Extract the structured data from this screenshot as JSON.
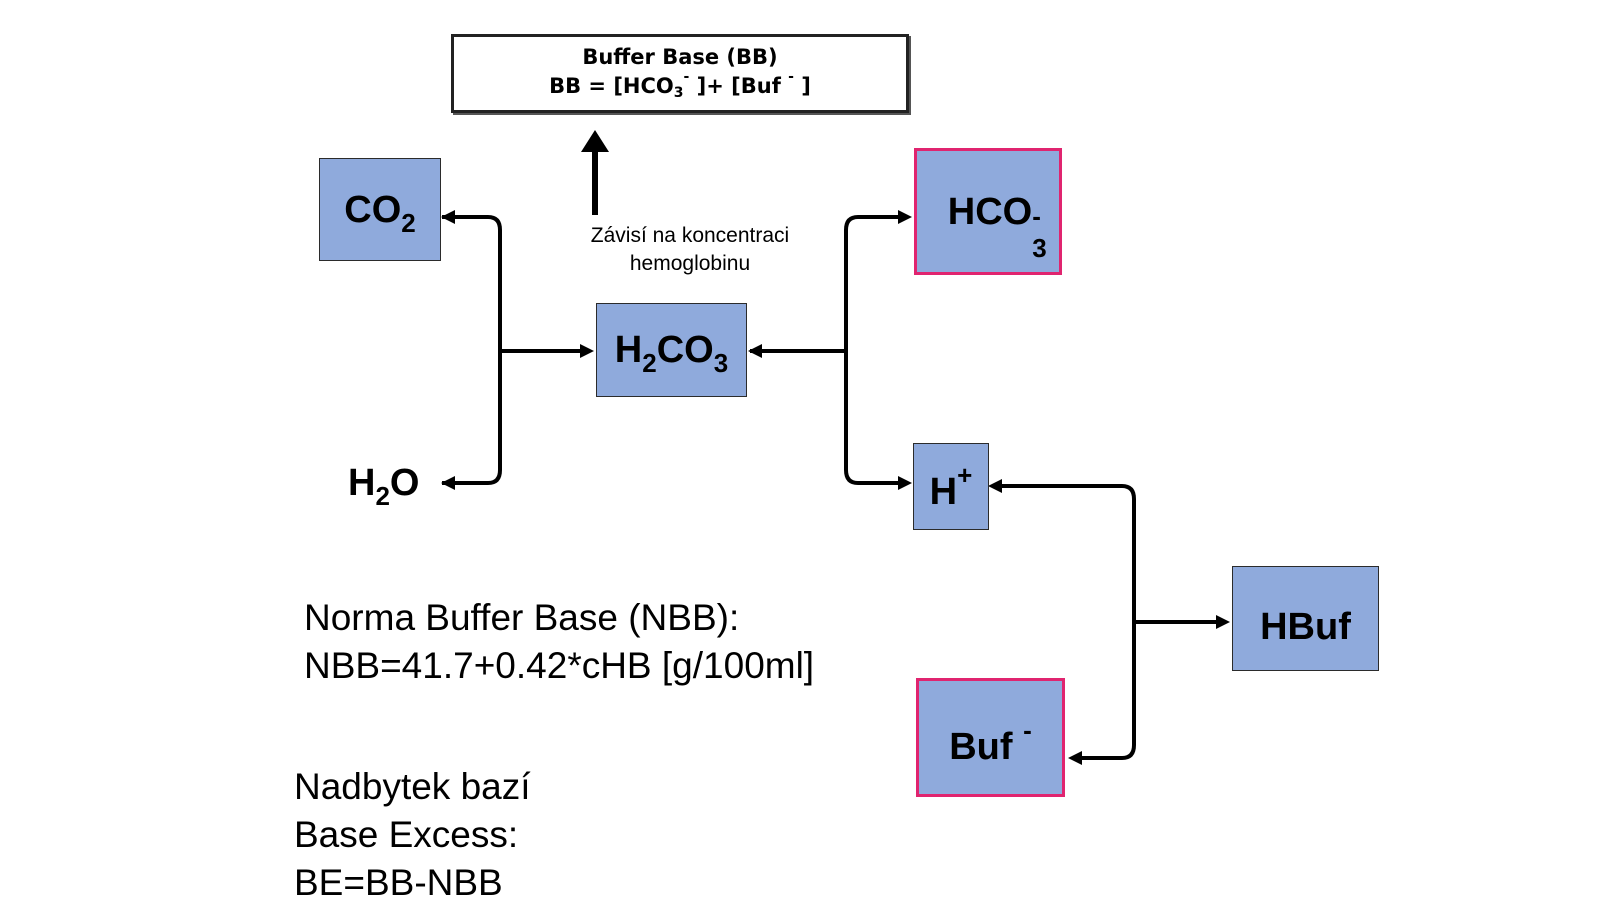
{
  "buffer_base_box": {
    "title": "Buffer Base (BB)",
    "formula_prefix": "BB  = [HCO",
    "formula_sub3": "3",
    "formula_sup1": "-",
    "formula_mid": " ]+ [Buf ",
    "formula_sup2": "-",
    "formula_end": " ]"
  },
  "note": {
    "line1": "Závisí na koncentraci",
    "line2": "hemoglobinu"
  },
  "nodes": {
    "co2": {
      "base": "CO",
      "sub": "2"
    },
    "h2co3": {
      "a": "H",
      "sub1": "2",
      "b": "CO",
      "sub2": "3"
    },
    "h2o": {
      "a": "H",
      "sub": "2",
      "b": "O"
    },
    "hco3": {
      "base": "HCO",
      "sup": "-",
      "sub": "3"
    },
    "hplus": {
      "base": "H",
      "sup": "+"
    },
    "hbuf": {
      "base": "HBuf"
    },
    "buf": {
      "base": "Buf ",
      "sup": "-"
    }
  },
  "nbb": {
    "line1": "Norma Buffer Base (NBB):",
    "line2": "NBB=41.7+0.42*cHB [g/100ml]"
  },
  "be": {
    "line1": "Nadbytek bazí",
    "line2": "Base Excess:",
    "line3": "BE=BB-NBB"
  },
  "colors": {
    "box_fill": "#8faadc",
    "highlight_border": "#e0246f",
    "arrow": "#000000"
  }
}
